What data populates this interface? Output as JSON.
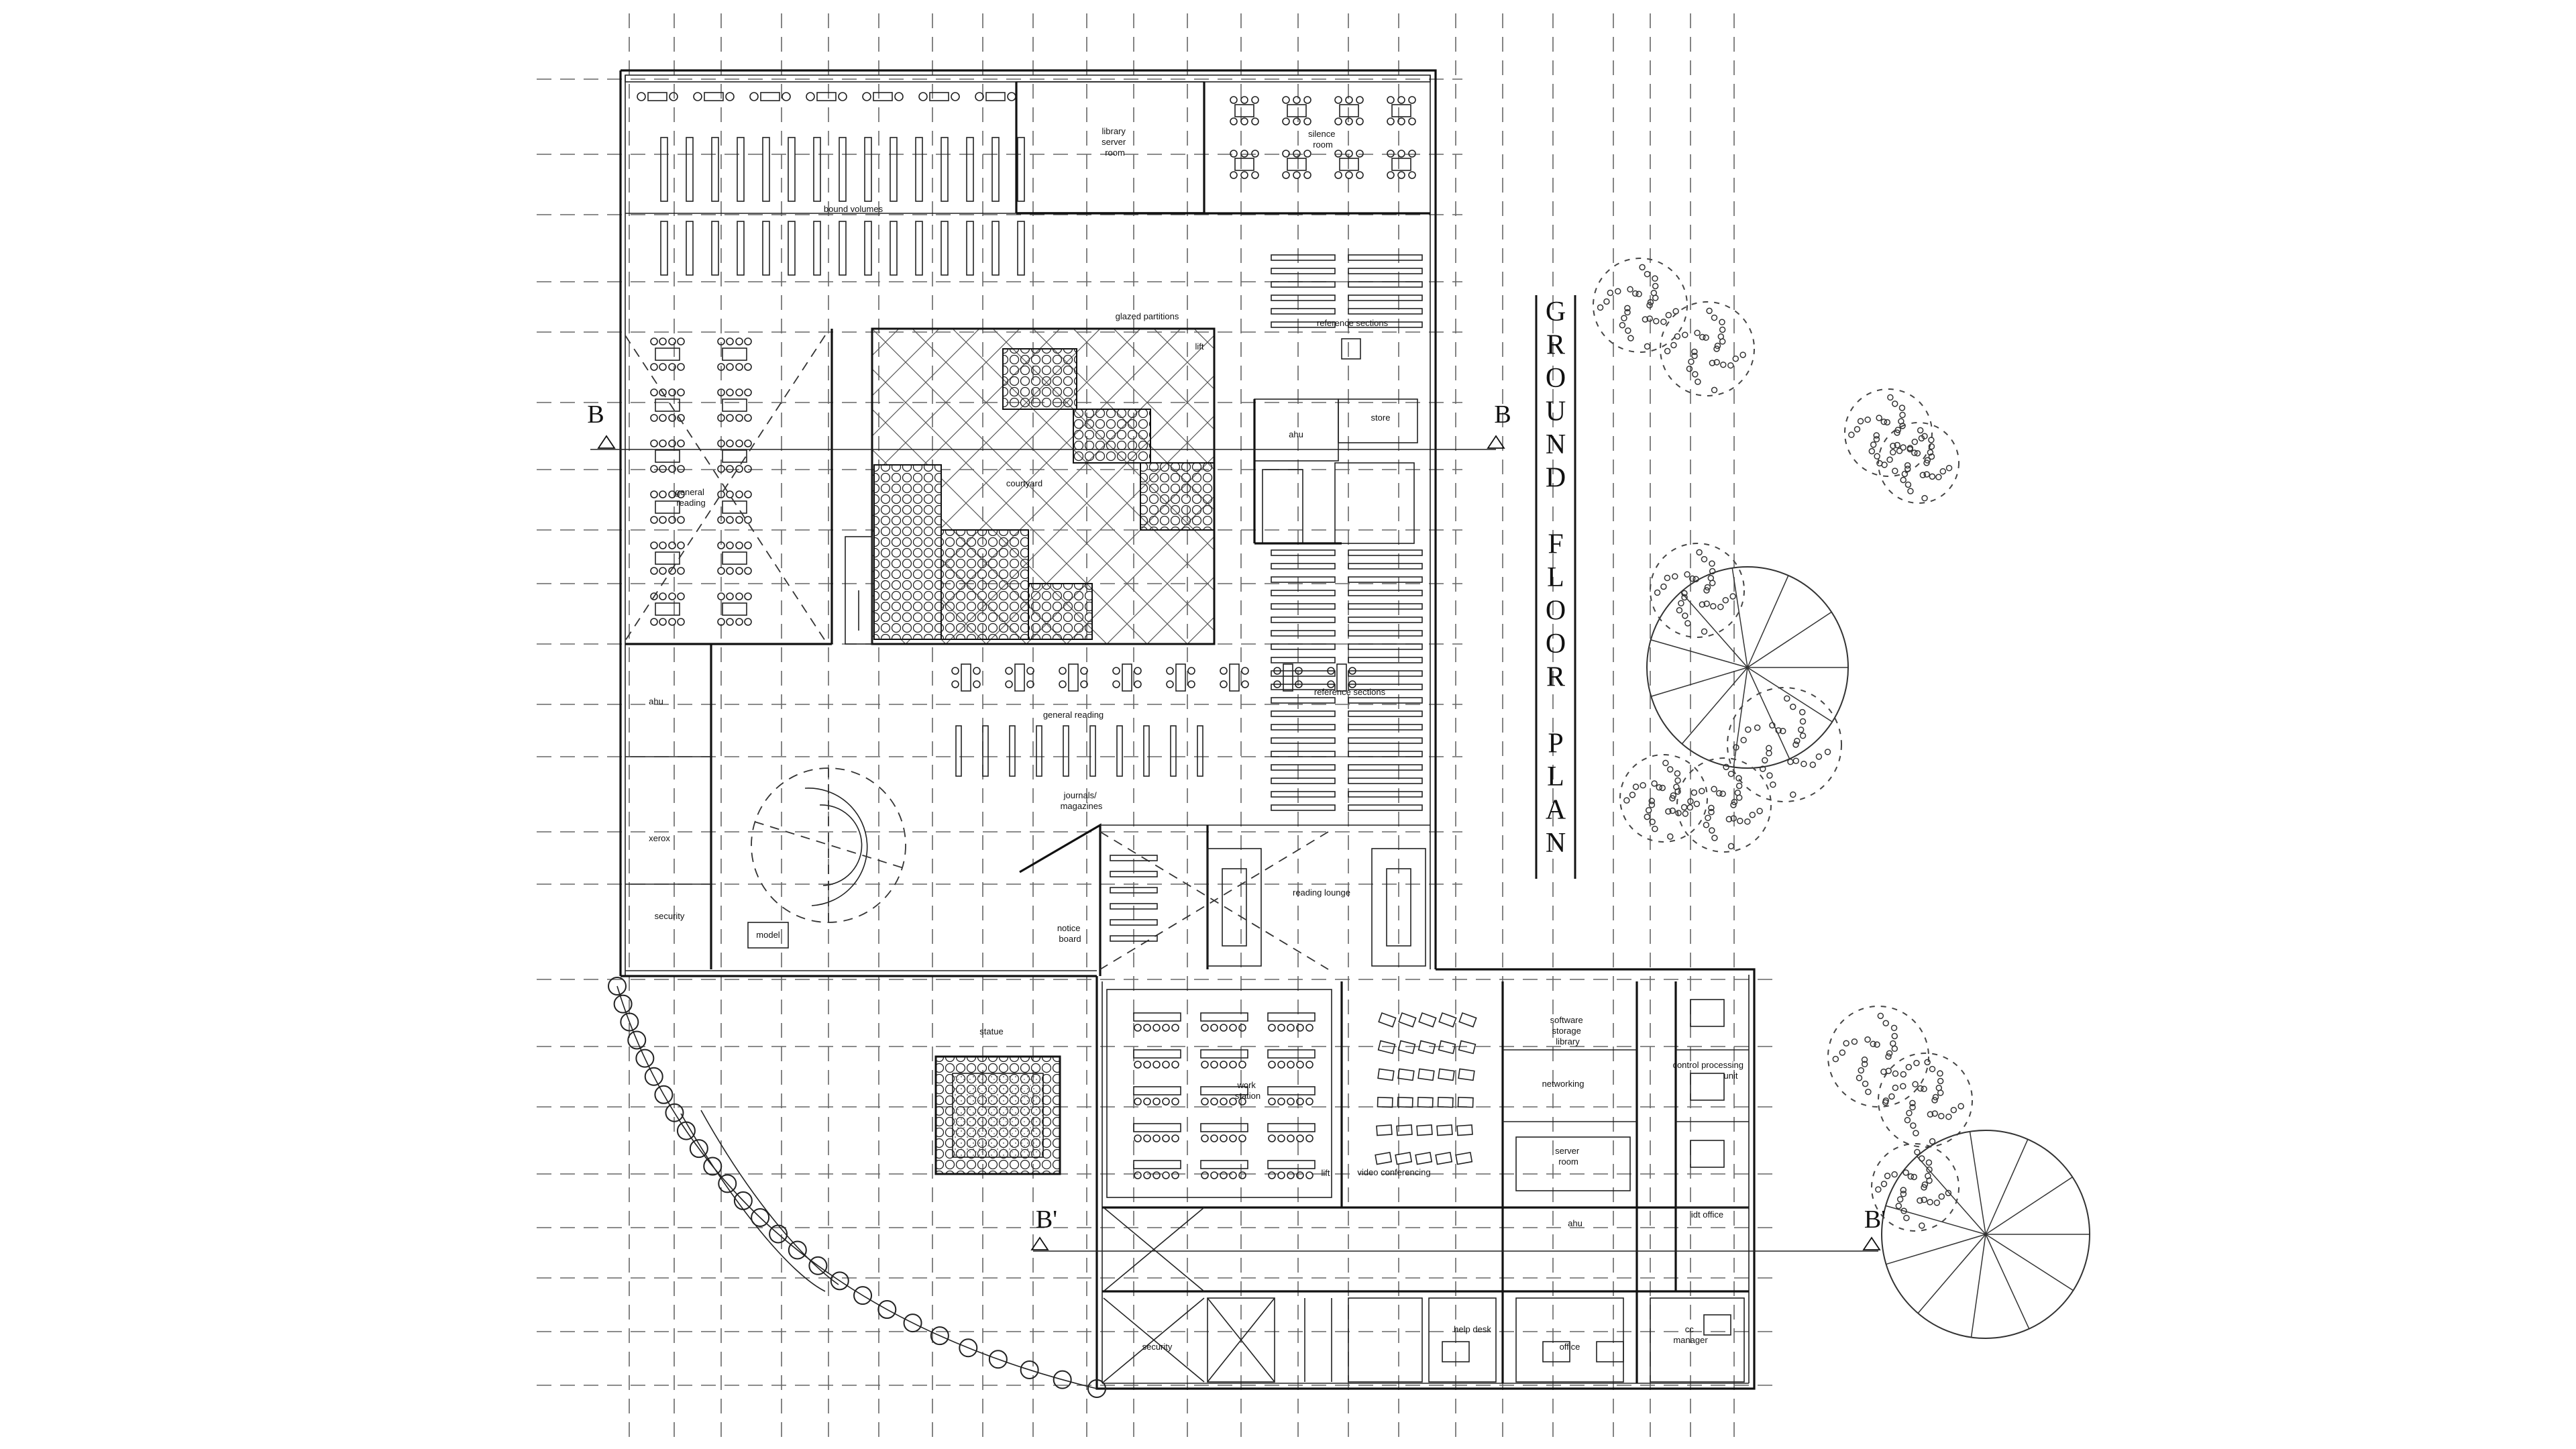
{
  "title": {
    "letters": [
      "G",
      "R",
      "O",
      "U",
      "N",
      "D",
      "",
      "F",
      "L",
      "O",
      "O",
      "R",
      "",
      "P",
      "L",
      "A",
      "N"
    ]
  },
  "section_marks": {
    "b_left": "B",
    "b_right": "B",
    "b2_left": "B'",
    "b2_right": "B'"
  },
  "rooms": {
    "library_server_room": [
      "library",
      "server",
      "room"
    ],
    "silence_room": [
      "silence",
      "room"
    ],
    "bound_volumes": "bound volumes",
    "glazed_partitions": "glazed partitions",
    "lift_upper": "lift",
    "reference_sections_upper": "reference sections",
    "ahu_upper": "ahu",
    "store": "store",
    "general_reading_left": [
      "general",
      "reading"
    ],
    "courtyard": "courtyard",
    "general_reading_center": "general reading",
    "reference_sections_lower": "reference sections",
    "ahu_left": "ahu",
    "xerox": "xerox",
    "journals_magazines": [
      "journals/",
      "magazines"
    ],
    "reading_lounge": "reading lounge",
    "security_left": "security",
    "model": "model",
    "notice_board": [
      "notice",
      "board"
    ],
    "statue": "statue",
    "work_station": [
      "work",
      "station"
    ],
    "lift_lower": "lift",
    "video_conferencing": "video conferencing",
    "software_storage_library": [
      "software",
      "storage",
      "library"
    ],
    "networking": "networking",
    "server_room": [
      "server",
      "room"
    ],
    "ahu_lower": "ahu",
    "control_processing_unit": [
      "control processing",
      "unit"
    ],
    "idt_office": "idt office",
    "cc_manager": [
      "cc",
      "manager"
    ],
    "help_desk": "help desk",
    "office": "office",
    "security_bottom": "security"
  }
}
